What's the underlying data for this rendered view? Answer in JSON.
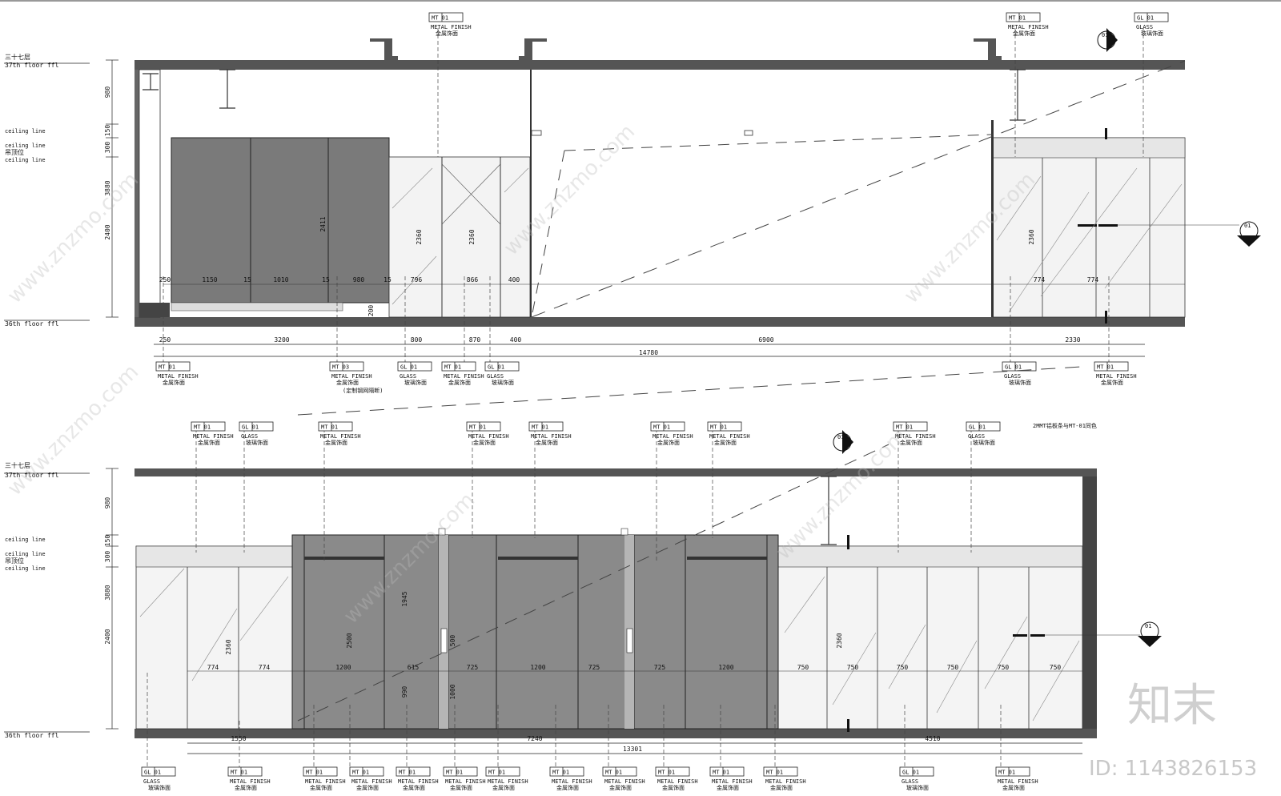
{
  "levels": {
    "floor37_cn": "三十七层",
    "floor37_en": "37th floor ffl",
    "floor36_en": "36th floor ffl",
    "ceiling_line": "ceiling line",
    "ceiling_cn": "吊顶位"
  },
  "tags": {
    "mt01": "MT 01",
    "mt03": "MT 03",
    "gl01": "GL 01",
    "metal_finish": "METAL FINISH",
    "metal_cn": "金属饰面",
    "glass": "GLASS",
    "glass_cn": "玻璃饰面",
    "custom_cn": "(定制钢网隔断)",
    "note_mt": "2MMT铝板条与MT-01同色",
    "section_id": "01"
  },
  "elev1": {
    "left_heights": [
      "980",
      "150",
      "300",
      "3880",
      "2400"
    ],
    "top_dims": [
      "250",
      "1150",
      "15",
      "1010",
      "15",
      "980",
      "15",
      "796",
      "866",
      "400",
      "774",
      "774"
    ],
    "bottom_dims": [
      "250",
      "3200",
      "800",
      "870",
      "400",
      "6900",
      "2330"
    ],
    "total": "14780",
    "heights": [
      "2411",
      "2360",
      "2360",
      "2360",
      "200"
    ]
  },
  "elev2": {
    "left_heights": [
      "980",
      "150",
      "300",
      "3880",
      "2400"
    ],
    "top_dims": [
      "774",
      "774",
      "1200",
      "615",
      "725",
      "1200",
      "725",
      "725",
      "1200",
      "750",
      "750",
      "750",
      "750",
      "750",
      "750"
    ],
    "bottom_dims": [
      "1550",
      "7240",
      "4510"
    ],
    "total": "13301",
    "heights": [
      "1945",
      "2500",
      "990",
      "1000",
      "500",
      "2360",
      "2360"
    ]
  },
  "watermark": {
    "logo": "知末",
    "id_text": "ID: 1143826153",
    "site": "www.znzmo.com"
  }
}
